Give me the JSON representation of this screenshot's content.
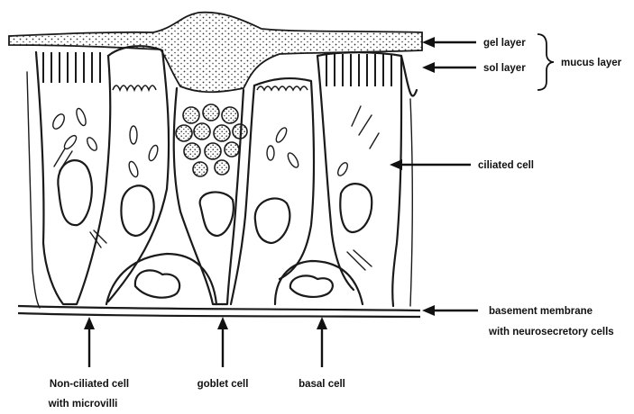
{
  "labels": {
    "gel_layer": "gel layer",
    "sol_layer": "sol layer",
    "mucus_layer": "mucus layer",
    "ciliated_cell": "ciliated cell",
    "basement_membrane_line1": "basement membrane",
    "basement_membrane_line2": "with neurosecretory cells",
    "non_ciliated_line1": "Non-ciliated cell",
    "non_ciliated_line2": "with microvilli",
    "goblet_cell": "goblet cell",
    "basal_cell": "basal cell"
  }
}
